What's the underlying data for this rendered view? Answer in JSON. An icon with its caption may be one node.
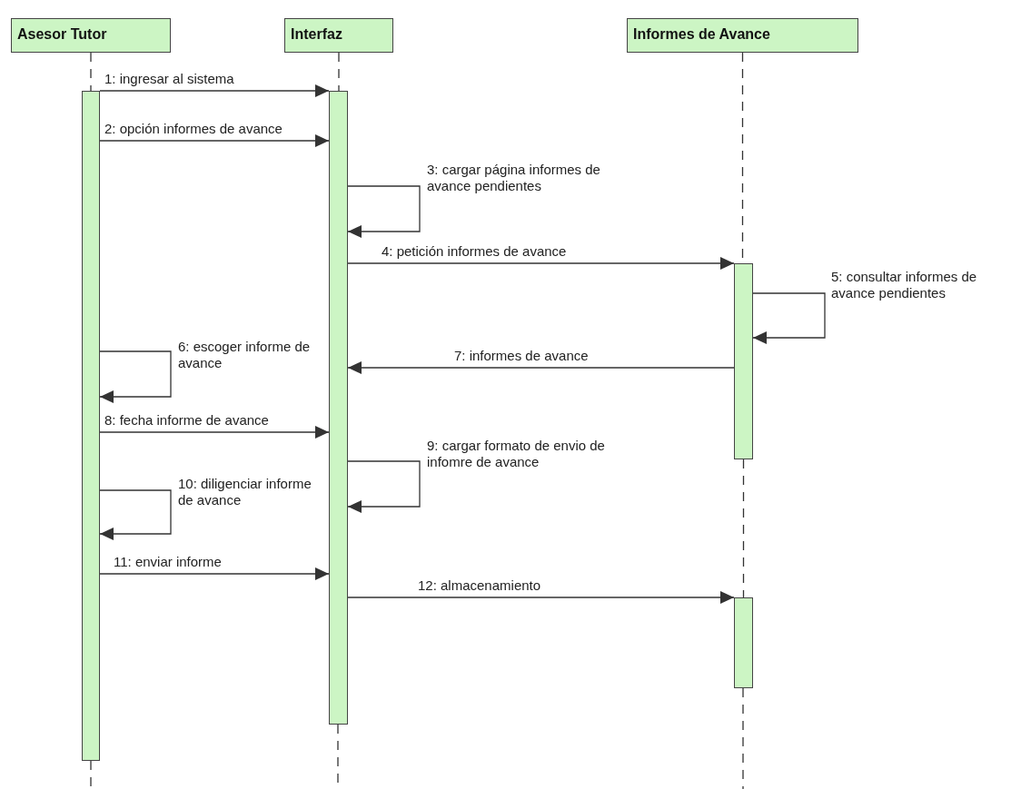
{
  "diagram": {
    "nodes": [
      {
        "text": [
          "Asesor Tutor"
        ]
      },
      {
        "text": [
          "Interfaz"
        ]
      },
      {
        "text": [
          "Informes de Avance"
        ]
      },
      {
        "text": [],
        "shape": "bar"
      },
      {
        "text": [],
        "shape": "bar"
      },
      {
        "text": [],
        "shape": "bar"
      },
      {
        "text": [],
        "shape": "bar"
      }
    ],
    "edges": [
      {
        "from": 3,
        "to": 4,
        "arrow": "to",
        "label": "1: ingresar al sistema"
      },
      {
        "from": 3,
        "to": 4,
        "arrow": "to",
        "label": "2: opción informes de avance"
      },
      {
        "from": 4,
        "to": 4,
        "arrow": "to",
        "label": "3: cargar página informes de avance pendientes"
      },
      {
        "from": 4,
        "to": 5,
        "arrow": "to",
        "label": "4: petición informes de avance"
      },
      {
        "from": 5,
        "to": 5,
        "arrow": "to",
        "label": "5: consultar informes de avance pendientes"
      },
      {
        "from": 3,
        "to": 3,
        "arrow": "to",
        "label": "6: escoger informe de avance"
      },
      {
        "from": 5,
        "to": 4,
        "arrow": "to",
        "label": "7: informes de avance"
      },
      {
        "from": 3,
        "to": 4,
        "arrow": "to",
        "label": "8: fecha informe de avance"
      },
      {
        "from": 4,
        "to": 4,
        "arrow": "to",
        "label": "9: cargar formato de envio de infomre de avance"
      },
      {
        "from": 3,
        "to": 3,
        "arrow": "to",
        "label": "10: diligenciar informe de avance"
      },
      {
        "from": 3,
        "to": 4,
        "arrow": "to",
        "label": "11: enviar informe"
      },
      {
        "from": 4,
        "to": 6,
        "arrow": "to",
        "label": "12: almacenamiento"
      },
      {
        "from": 0,
        "to": 3,
        "arrow": "none",
        "style": "dashed"
      },
      {
        "from": 1,
        "to": 4,
        "arrow": "none",
        "style": "dashed"
      },
      {
        "from": 2,
        "to": 5,
        "arrow": "none",
        "style": "dashed"
      },
      {
        "from": 5,
        "to": 6,
        "arrow": "none",
        "style": "dashed"
      }
    ]
  }
}
